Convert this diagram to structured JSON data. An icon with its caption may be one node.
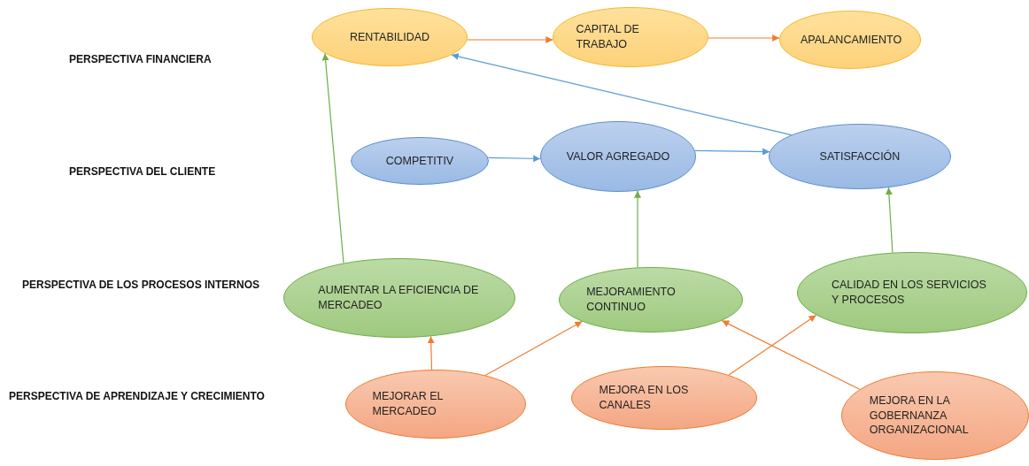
{
  "diagram": {
    "nodes": [
      {
        "text": [
          "RENTABILIDAD"
        ]
      },
      {
        "text": [
          "CAPITAL DE TRABAJO"
        ]
      },
      {
        "text": [
          "APALANCAMIENTO"
        ]
      },
      {
        "text": [
          "COMPETITIV"
        ]
      },
      {
        "text": [
          "VALOR AGREGADO"
        ]
      },
      {
        "text": [
          "SATISFACCIÓN"
        ]
      },
      {
        "text": [
          "AUMENTAR LA EFICIENCIA DE MERCADEO"
        ]
      },
      {
        "text": [
          "MEJORAMIENTO CONTINUO"
        ]
      },
      {
        "text": [
          "CALIDAD EN LOS SERVICIOS Y PROCESOS"
        ]
      },
      {
        "text": [
          "MEJORAR EL MERCADEO"
        ]
      },
      {
        "text": [
          "MEJORA EN LOS CANALES"
        ]
      },
      {
        "text": [
          "MEJORA EN LA GOBERNANZA ORGANIZACIONAL"
        ]
      }
    ],
    "edges": [
      {
        "from": 0,
        "to": 1,
        "arrow": "to",
        "color": "#ed7d31"
      },
      {
        "from": 1,
        "to": 2,
        "arrow": "to",
        "color": "#ed7d31"
      },
      {
        "from": 5,
        "to": 0,
        "arrow": "to",
        "color": "#5b9bd5"
      },
      {
        "from": 3,
        "to": 4,
        "arrow": "to",
        "color": "#5b9bd5"
      },
      {
        "from": 4,
        "to": 5,
        "arrow": "to",
        "color": "#5b9bd5"
      },
      {
        "from": 6,
        "to": 0,
        "arrow": "to",
        "color": "#70ad47"
      },
      {
        "from": 7,
        "to": 4,
        "arrow": "to",
        "color": "#70ad47"
      },
      {
        "from": 8,
        "to": 5,
        "arrow": "to",
        "color": "#70ad47"
      },
      {
        "from": 9,
        "to": 6,
        "arrow": "to",
        "color": "#ed7d31"
      },
      {
        "from": 9,
        "to": 7,
        "arrow": "to",
        "color": "#ed7d31"
      },
      {
        "from": 10,
        "to": 8,
        "arrow": "to",
        "color": "#ed7d31"
      },
      {
        "from": 11,
        "to": 7,
        "arrow": "to",
        "color": "#ed7d31"
      }
    ],
    "labels": [
      "PERSPECTIVA FINANCIERA",
      "PERSPECTIVA DEL CLIENTE",
      "PERSPECTIVA DE LOS PROCESOS INTERNOS",
      "PERSPECTIVA DE APRENDIZAJE Y CRECIMIENTO"
    ]
  }
}
